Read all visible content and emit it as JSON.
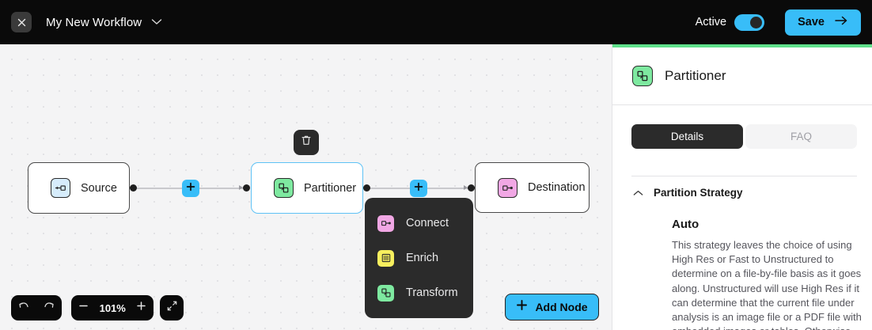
{
  "topbar": {
    "close_icon": "close-icon",
    "workflow_title": "My New Workflow",
    "caret_icon": "chevron-down-icon",
    "active_label": "Active",
    "toggle_state": "on",
    "save_label": "Save",
    "save_arrow_icon": "arrow-right-icon",
    "accent_color": "#38bdf8",
    "bg_color": "#0a0a0a"
  },
  "canvas": {
    "bg_color": "#f4f4f5",
    "nodes": [
      {
        "label": "Source",
        "icon": "source-input-icon",
        "icon_color": "#d6ecfb",
        "selected": false
      },
      {
        "label": "Partitioner",
        "icon": "partition-shapes-icon",
        "icon_color": "#7ee9a0",
        "selected": true
      },
      {
        "label": "Destination",
        "icon": "destination-output-icon",
        "icon_color": "#f1a7e4",
        "selected": false
      }
    ],
    "add_edge_icon": "plus-icon",
    "delete_node_icon": "trash-icon"
  },
  "dropdown": {
    "items": [
      {
        "label": "Connect",
        "icon": "connect-icon",
        "icon_color": "#f1a7e4"
      },
      {
        "label": "Enrich",
        "icon": "enrich-icon",
        "icon_color": "#f7ef5e"
      },
      {
        "label": "Transform",
        "icon": "transform-icon",
        "icon_color": "#7ee9a0"
      }
    ]
  },
  "toolbar": {
    "undo_icon": "undo-icon",
    "redo_icon": "redo-icon",
    "zoom_out_icon": "minus-icon",
    "zoom_level": "101%",
    "zoom_in_icon": "plus-icon",
    "fit_view_icon": "fit-screen-icon",
    "add_node_label": "Add Node",
    "add_node_icon": "plus-icon"
  },
  "panel": {
    "accent_color": "#5ee08a",
    "title": "Partitioner",
    "title_icon": "partition-shapes-icon",
    "tabs": [
      {
        "label": "Details",
        "active": true
      },
      {
        "label": "FAQ",
        "active": false
      }
    ],
    "section": {
      "collapse_icon": "chevron-up-icon",
      "title": "Partition Strategy",
      "strategy_name": "Auto",
      "strategy_description": "This strategy leaves the choice of using High Res or Fast to Unstructured to determine on a file-by-file basis as it goes along. Unstructured will use High Res if it can determine that the current file under analysis is an image file or a PDF file with embedded images or tables. Otherwise"
    }
  }
}
